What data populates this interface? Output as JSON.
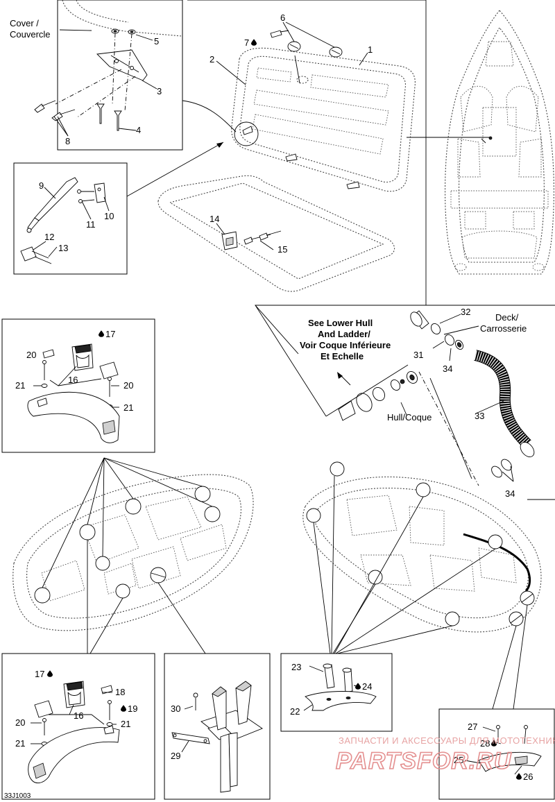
{
  "labels": {
    "cover": "Cover /",
    "cover_fr": "Couvercle",
    "see_1": "See Lower Hull",
    "see_2": "And Ladder/",
    "see_3": "Voir Coque Inférieure",
    "see_4": "Et Echelle",
    "deck": "Deck/",
    "deck_fr": "Carrosserie",
    "hull": "Hull/Coque"
  },
  "part_numbers": {
    "p1": "1",
    "p2": "2",
    "p3": "3",
    "p4": "4",
    "p5": "5",
    "p6": "6",
    "p7": "7",
    "p8": "8",
    "p9": "9",
    "p10": "10",
    "p11": "11",
    "p12": "12",
    "p13": "13",
    "p14": "14",
    "p15": "15",
    "p16a": "16",
    "p16b": "16",
    "p17a": "17",
    "p17b": "17",
    "p18": "18",
    "p19": "19",
    "p20a": "20",
    "p20b": "20",
    "p20c": "20",
    "p21a": "21",
    "p21b": "21",
    "p21c": "21",
    "p21d": "21",
    "p22": "22",
    "p23": "23",
    "p24": "24",
    "p25": "25",
    "p26": "26",
    "p27": "27",
    "p28": "28",
    "p29": "29",
    "p30": "30",
    "p31": "31",
    "p32": "32",
    "p33": "33",
    "p34a": "34",
    "p34b": "34"
  },
  "drawing_code": "33J1003",
  "watermark": {
    "line1": "ЗАПЧАСТИ И АКСЕССУАРЫ ДЛЯ МОТОТЕХНИКИ",
    "line2": "PARTSFOR.RU"
  },
  "icons": {
    "drop": "liquid-drop-icon"
  }
}
